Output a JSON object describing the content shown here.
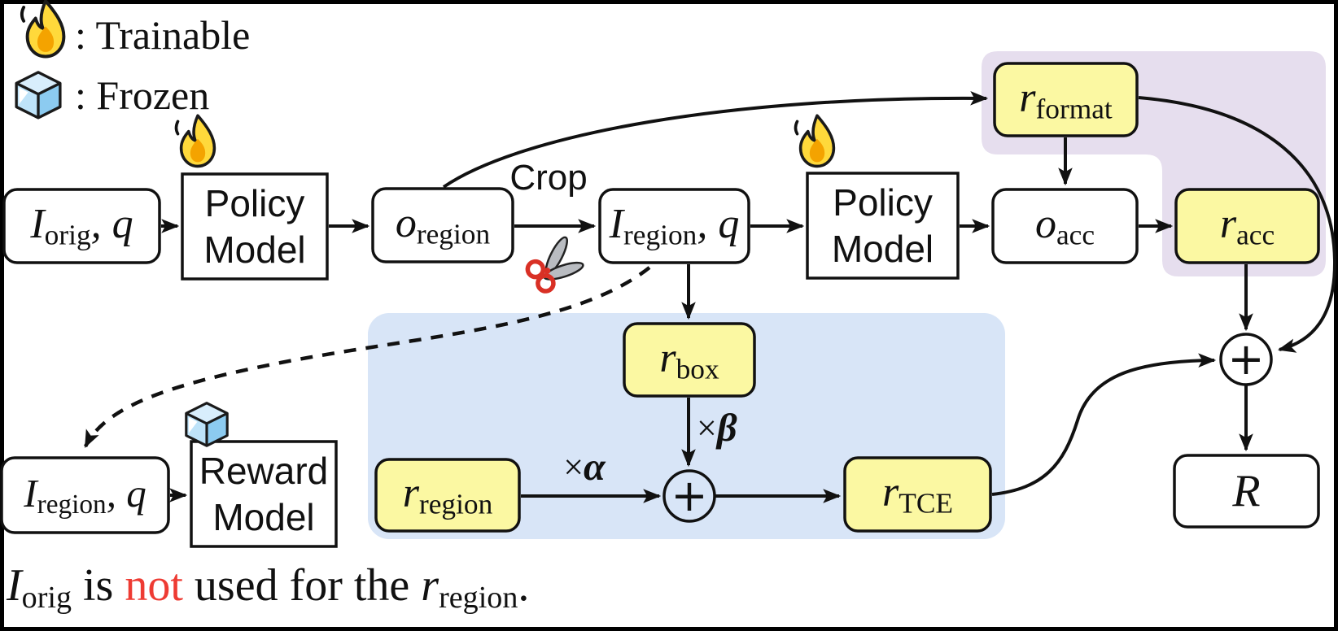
{
  "legend": {
    "trainable_label": ": Trainable",
    "frozen_label": ": Frozen"
  },
  "nodes": {
    "i_orig": {
      "main": "I",
      "sub": "orig",
      "suffix": ", q"
    },
    "policy_model_top": {
      "line1": "Policy",
      "line2": "Model"
    },
    "o_region": {
      "main": "o",
      "sub": "region"
    },
    "i_region_top": {
      "main": "I",
      "sub": "region",
      "suffix": ", q"
    },
    "policy_model_right": {
      "line1": "Policy",
      "line2": "Model"
    },
    "o_acc": {
      "main": "o",
      "sub": "acc"
    },
    "r_format": {
      "main": "r",
      "sub": "format"
    },
    "r_acc": {
      "main": "r",
      "sub": "acc"
    },
    "r_box": {
      "main": "r",
      "sub": "box"
    },
    "i_region_bottom": {
      "main": "I",
      "sub": "region",
      "suffix": ", q"
    },
    "reward_model": {
      "line1": "Reward",
      "line2": "Model"
    },
    "r_region": {
      "main": "r",
      "sub": "region"
    },
    "r_tce": {
      "main": "r",
      "sub": "TCE"
    },
    "final_reward": {
      "main": "R"
    }
  },
  "edge_labels": {
    "crop": "Crop",
    "times_alpha": {
      "times": "×",
      "var": "α"
    },
    "times_beta": {
      "times": "×",
      "var": "β"
    },
    "plus": "+"
  },
  "caption": {
    "term_main": "I",
    "term_sub": "orig",
    "mid1": " is ",
    "negation": "not",
    "mid2": " used for the ",
    "ref_main": "r",
    "ref_sub": "region",
    "period": "."
  },
  "colors": {
    "reward_node_fill": "#FBF8A2",
    "accuracy_group_bg": "#E6DEEE",
    "tce_group_bg": "#D8E5F7",
    "negation_red": "#EE3B33",
    "outline": "#111111"
  }
}
